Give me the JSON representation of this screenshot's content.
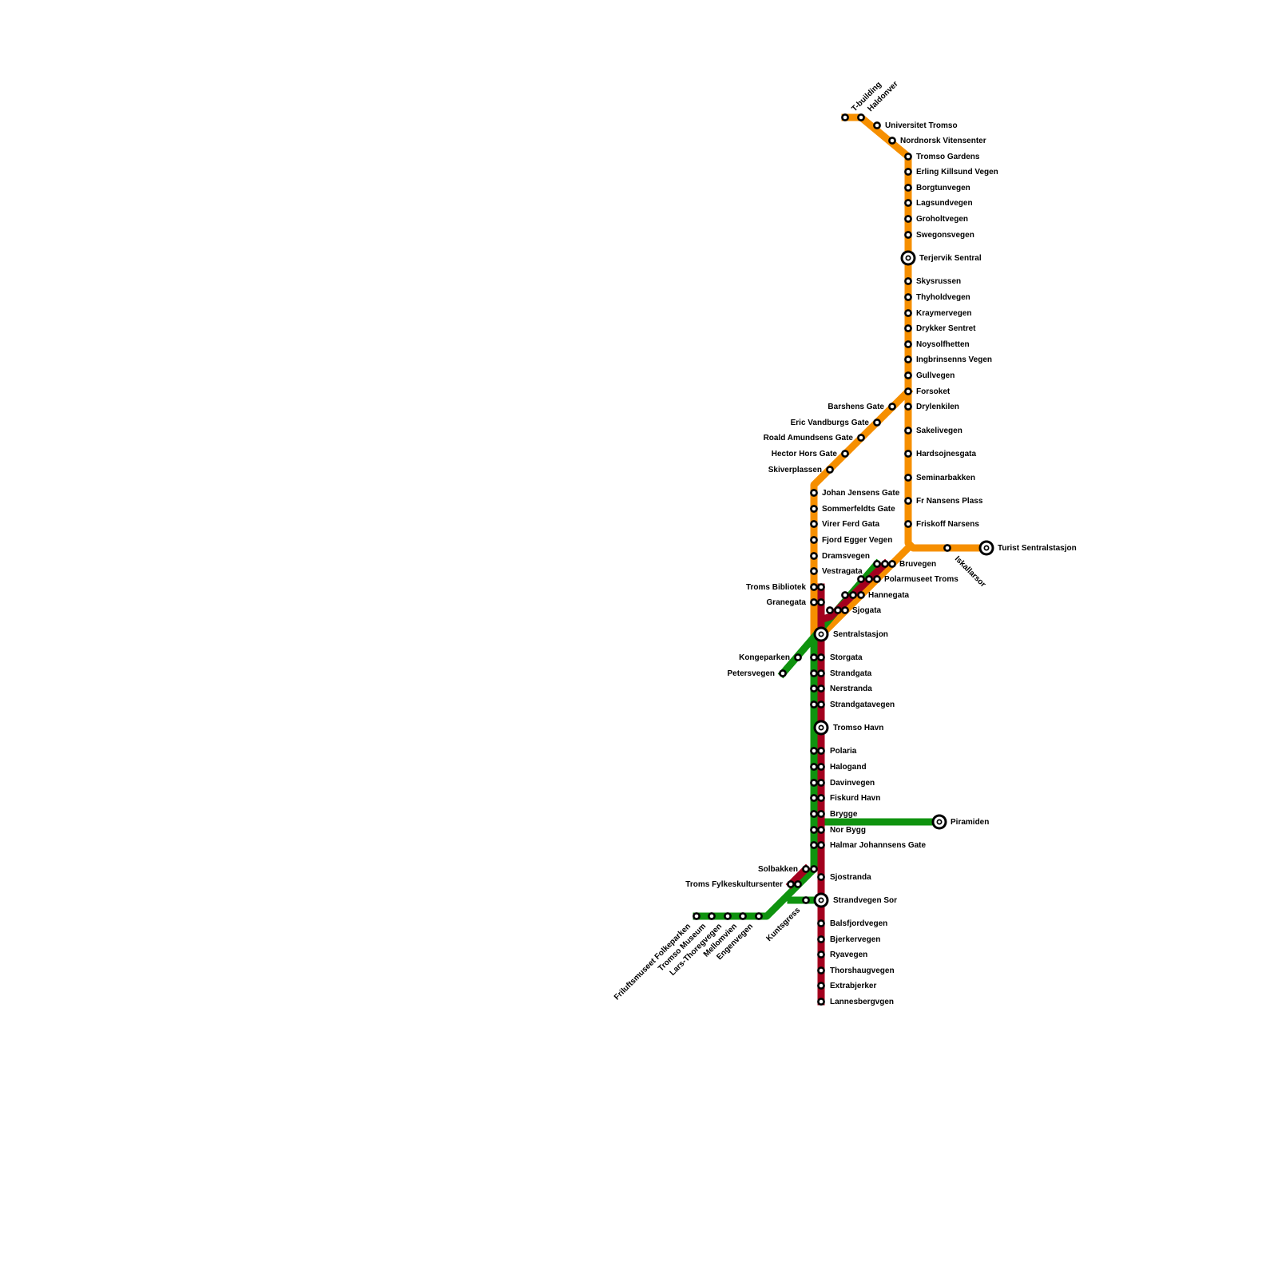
{
  "lines": {
    "orange": {
      "color": "#f68f00"
    },
    "green": {
      "color": "#0f930f"
    },
    "red": {
      "color": "#a3001e"
    }
  },
  "stations": [
    {
      "name": "T-building"
    },
    {
      "name": "Haldonver"
    },
    {
      "name": "Universitet Tromso"
    },
    {
      "name": "Nordnorsk Vitensenter"
    },
    {
      "name": "Tromso Gardens"
    },
    {
      "name": "Erling Killsund Vegen"
    },
    {
      "name": "Borgtunvegen"
    },
    {
      "name": "Lagsundvegen"
    },
    {
      "name": "Groholtvegen"
    },
    {
      "name": "Swegonsvegen"
    },
    {
      "name": "Terjervik Sentral",
      "interchange": true
    },
    {
      "name": "Skysrussen"
    },
    {
      "name": "Thyholdvegen"
    },
    {
      "name": "Kraymervegen"
    },
    {
      "name": "Drykker Sentret"
    },
    {
      "name": "Noysolfhetten"
    },
    {
      "name": "Ingbrinsenns Vegen"
    },
    {
      "name": "Gullvegen"
    },
    {
      "name": "Forsoket"
    },
    {
      "name": "Drylenkilen"
    },
    {
      "name": "Sakelivegen"
    },
    {
      "name": "Hardsojnesgata"
    },
    {
      "name": "Seminarbakken"
    },
    {
      "name": "Fr Nansens Plass"
    },
    {
      "name": "Friskoff Narsens"
    },
    {
      "name": "Iskallarsor"
    },
    {
      "name": "Turist Sentralstasjon",
      "interchange": true
    },
    {
      "name": "Barshens Gate"
    },
    {
      "name": "Eric Vandburgs Gate"
    },
    {
      "name": "Roald Amundsens Gate"
    },
    {
      "name": "Hector Hors Gate"
    },
    {
      "name": "Skiverplassen"
    },
    {
      "name": "Johan Jensens Gate"
    },
    {
      "name": "Sommerfeldts Gate"
    },
    {
      "name": "Virer Ferd Gata"
    },
    {
      "name": "Fjord Egger Vegen"
    },
    {
      "name": "Dramsvegen"
    },
    {
      "name": "Vestragata"
    },
    {
      "name": "Troms Bibliotek"
    },
    {
      "name": "Granegata"
    },
    {
      "name": "Bruvegen"
    },
    {
      "name": "Polarmuseet Troms"
    },
    {
      "name": "Hannegata"
    },
    {
      "name": "Sjogata"
    },
    {
      "name": "Sentralstasjon",
      "interchange": true
    },
    {
      "name": "Kongeparken"
    },
    {
      "name": "Petersvegen"
    },
    {
      "name": "Storgata"
    },
    {
      "name": "Strandgata"
    },
    {
      "name": "Nerstranda"
    },
    {
      "name": "Strandgatavegen"
    },
    {
      "name": "Tromso Havn",
      "interchange": true
    },
    {
      "name": "Polaria"
    },
    {
      "name": "Halogand"
    },
    {
      "name": "Davinvegen"
    },
    {
      "name": "Fiskurd Havn"
    },
    {
      "name": "Brygge"
    },
    {
      "name": "Nor Bygg"
    },
    {
      "name": "Halmar Johannsens Gate"
    },
    {
      "name": "Piramiden",
      "interchange": true
    },
    {
      "name": "Solbakken"
    },
    {
      "name": "Troms Fylkeskultursenter"
    },
    {
      "name": "Sjostranda"
    },
    {
      "name": "Strandvegen Sor",
      "interchange": true
    },
    {
      "name": "Kuntsgress"
    },
    {
      "name": "Balsfjordvegen"
    },
    {
      "name": "Bjerkervegen"
    },
    {
      "name": "Ryavegen"
    },
    {
      "name": "Thorshaugvegen"
    },
    {
      "name": "Extrabjerker"
    },
    {
      "name": "Lannesbergvgen"
    },
    {
      "name": "Friluftsmuseet Folkeparken"
    },
    {
      "name": "Tromso Museum"
    },
    {
      "name": "Lars-Thoregvegen"
    },
    {
      "name": "Mellomvien"
    },
    {
      "name": "Engenvegen"
    }
  ]
}
